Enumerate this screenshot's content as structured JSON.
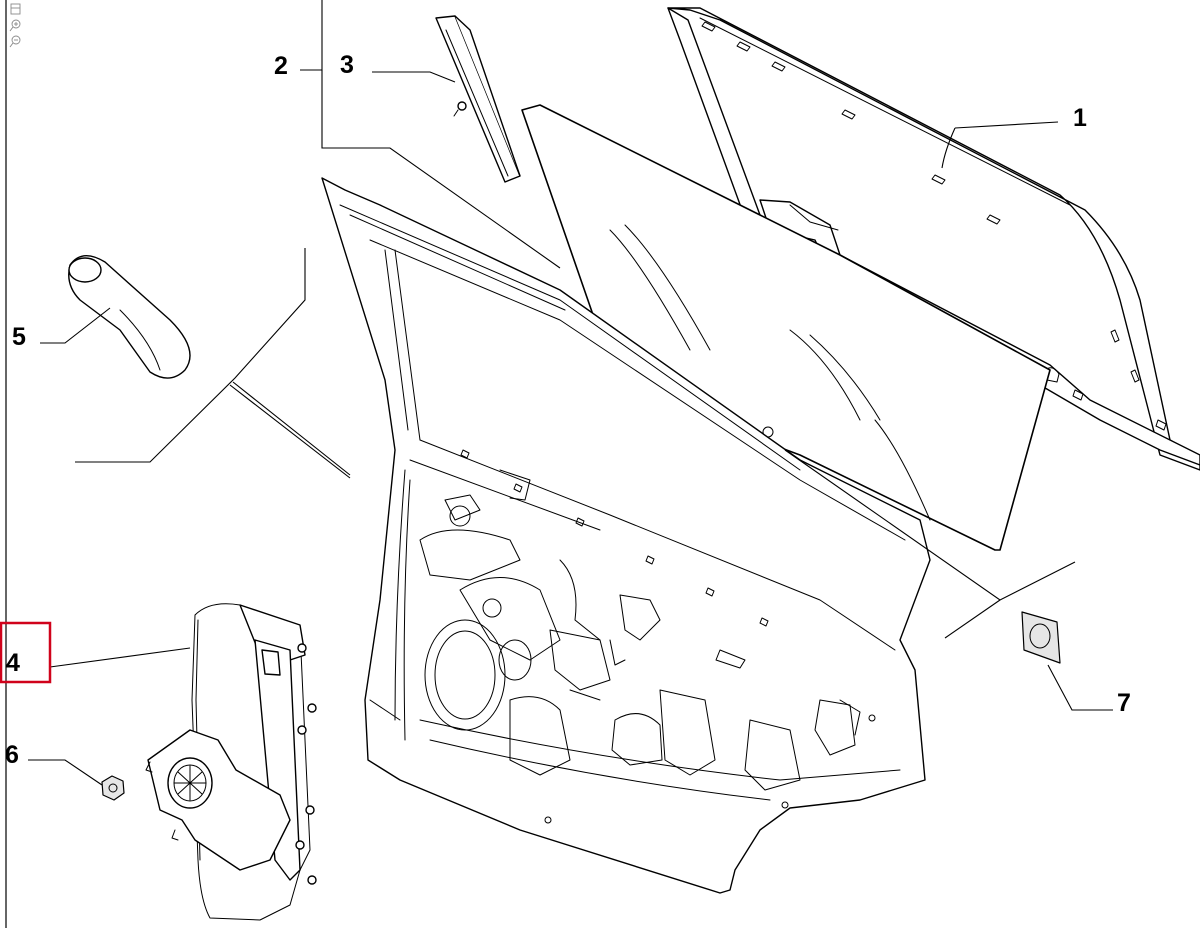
{
  "diagram": {
    "callouts": [
      {
        "id": "1",
        "text": "1"
      },
      {
        "id": "2",
        "text": "2"
      },
      {
        "id": "3",
        "text": "3"
      },
      {
        "id": "4",
        "text": "4"
      },
      {
        "id": "5",
        "text": "5"
      },
      {
        "id": "6",
        "text": "6"
      },
      {
        "id": "7",
        "text": "7"
      }
    ],
    "highlighted_callout": "4",
    "highlight_color": "#d0021b",
    "line_color": "#000000",
    "toolbar_icons": [
      "fit-page-icon",
      "zoom-in-icon",
      "zoom-out-icon"
    ]
  }
}
